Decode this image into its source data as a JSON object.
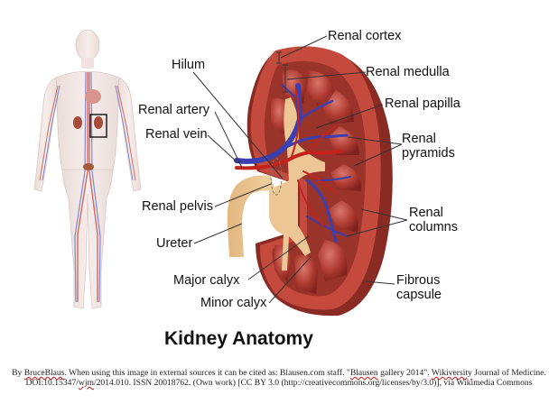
{
  "figure": {
    "title": "Kidney Anatomy",
    "labels": {
      "renal_cortex": "Renal cortex",
      "renal_medulla": "Renal medulla",
      "renal_papilla": "Renal papilla",
      "renal_pyramids_1": "Renal",
      "renal_pyramids_2": "pyramids",
      "renal_columns_1": "Renal",
      "renal_columns_2": "columns",
      "fibrous_capsule_1": "Fibrous",
      "fibrous_capsule_2": "capsule",
      "hilum": "Hilum",
      "renal_artery": "Renal artery",
      "renal_vein": "Renal vein",
      "renal_pelvis": "Renal pelvis",
      "ureter": "Ureter",
      "major_calyx": "Major calyx",
      "minor_calyx": "Minor calyx"
    },
    "colors": {
      "cortex": "#c0473a",
      "capsule": "#8e2a22",
      "pyramid": "#a8352e",
      "pelvis": "#e9c08a",
      "vein": "#3b3fb0",
      "artery": "#c4231c",
      "body": "#f1e2df"
    }
  },
  "attribution": {
    "line1_parts": {
      "by": "By",
      "author": "BruceBlaus",
      "text1": ". When using this image in external sources it can be cited as:  Blausen.com staff. \"",
      "gallery_name": "Blausen",
      "text2": " gallery 2014\". ",
      "journal_name": "Wikiversity",
      "text3": " Journal of Medicine."
    },
    "line2_parts": {
      "doi_prefix": "DOI:10.15347/",
      "doi_journal": "wjm",
      "text": "/2014.010. ISSN 20018762. (Own work) [CC BY 3.0 (http://creativecommons.org/licenses/by/3.0)], via Wikimedia Commons"
    }
  }
}
